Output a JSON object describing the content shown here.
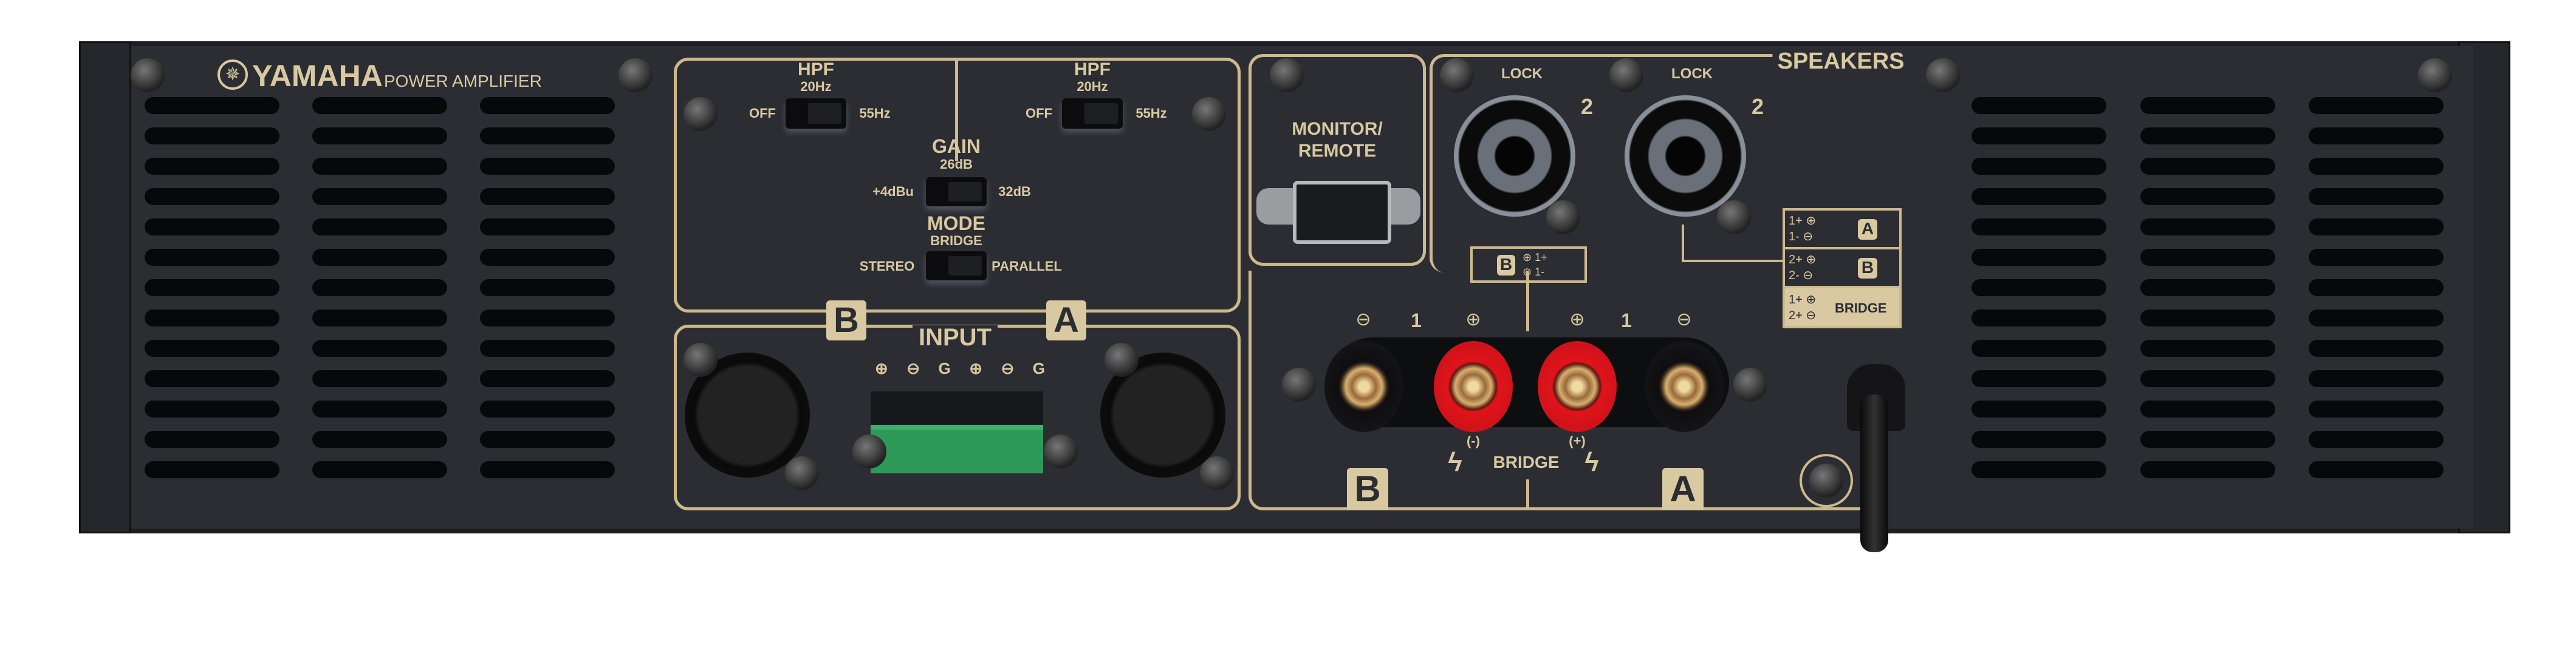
{
  "brand": {
    "logo": "YAMAHA",
    "subtitle": "POWER AMPLIFIER"
  },
  "controls": {
    "hpf_left": {
      "title": "HPF",
      "top": "20Hz",
      "left": "OFF",
      "right": "55Hz"
    },
    "hpf_right": {
      "title": "HPF",
      "top": "20Hz",
      "left": "OFF",
      "right": "55Hz"
    },
    "gain": {
      "title": "GAIN",
      "top": "26dB",
      "left": "+4dBu",
      "right": "32dB"
    },
    "mode": {
      "title": "MODE",
      "top": "BRIDGE",
      "left": "STEREO",
      "right": "PARALLEL"
    }
  },
  "input": {
    "label": "INPUT",
    "channel_b": "B",
    "channel_a": "A",
    "terminals": [
      "⊕",
      "⊖",
      "G",
      "⊕",
      "⊖",
      "G"
    ]
  },
  "monitor": {
    "line1": "MONITOR/",
    "line2": "REMOTE"
  },
  "speakers": {
    "title": "SPEAKERS",
    "lock1": "LOCK",
    "lock2": "LOCK",
    "pin1": "2",
    "pin2": "2",
    "b_box": {
      "ch": "B",
      "r1": "⊕ 1+",
      "r2": "⊖ 1-"
    },
    "legend": [
      {
        "l1": "1+ ⊕",
        "l2": "1- ⊖",
        "ch": "A"
      },
      {
        "l1": "2+ ⊕",
        "l2": "2- ⊖",
        "ch": "B"
      },
      {
        "l1": "1+ ⊕",
        "l2": "2+ ⊖",
        "ch": "BRIDGE"
      }
    ]
  },
  "outputs": {
    "labels": [
      "⊖",
      "1",
      "⊕",
      "⊕",
      "1",
      "⊖"
    ],
    "bridge": "BRIDGE",
    "bridge_minus": "(-)",
    "bridge_plus": "(+)",
    "ch_b": "B",
    "ch_a": "A"
  }
}
